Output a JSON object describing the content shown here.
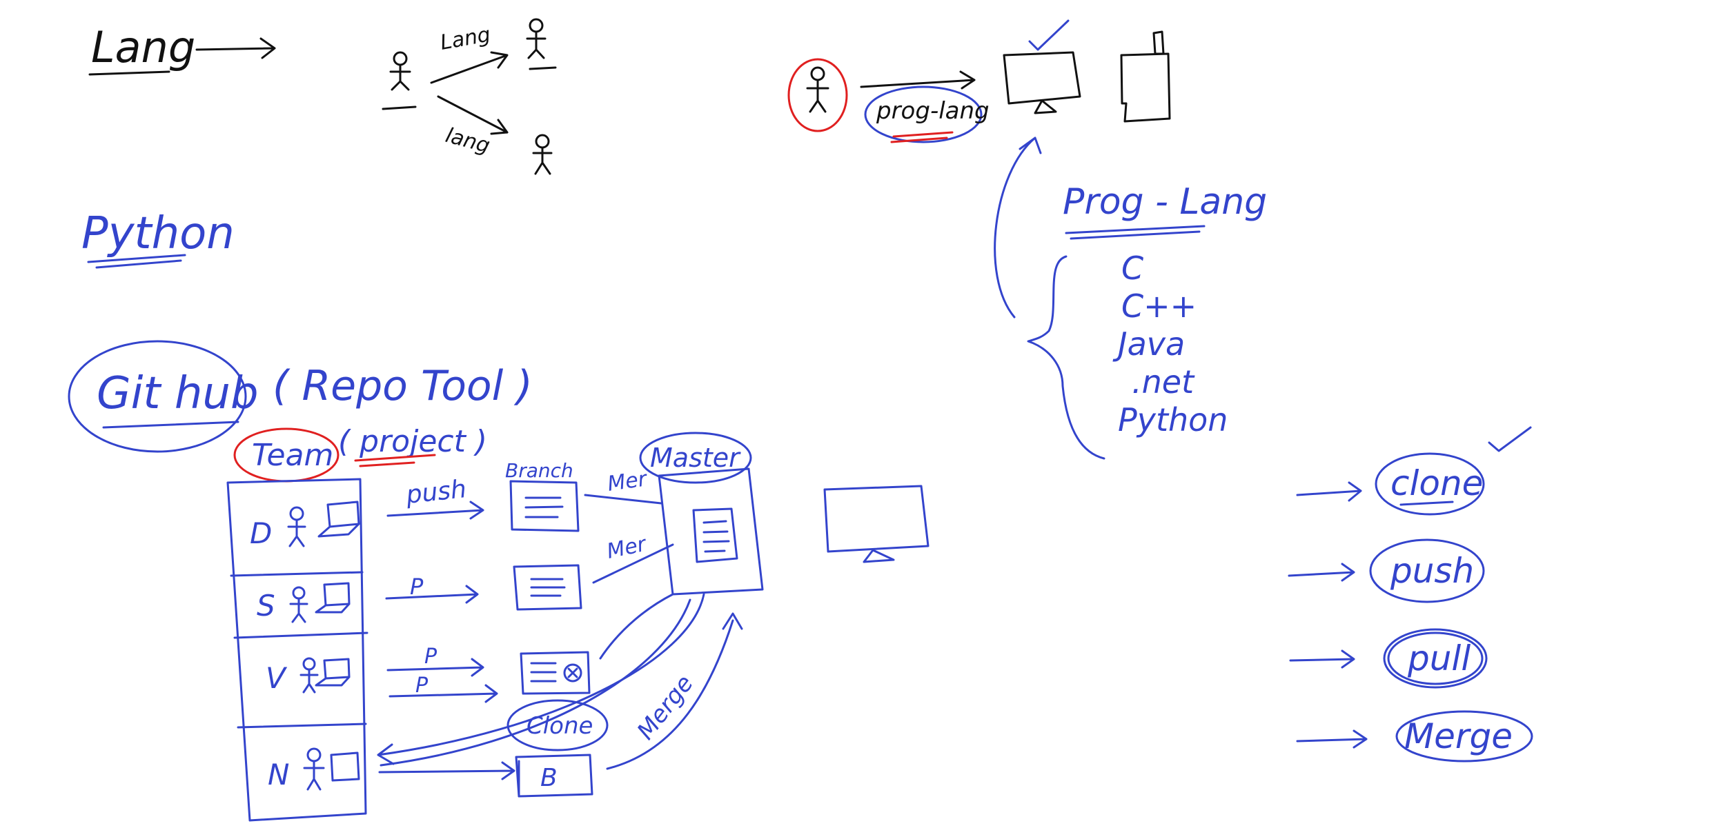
{
  "colors": {
    "black_ink": "#111111",
    "blue_ink": "#3344cc",
    "red_ink": "#e02020",
    "background": "#ffffff"
  },
  "top_left": {
    "lang_heading": "Lang",
    "lang_arrow_1": "Lang",
    "lang_arrow_2": "lang"
  },
  "python_heading": "Python",
  "computer_area": {
    "prog_lang_bubble": "prog-lang"
  },
  "prog_lang_list": {
    "heading": "Prog - Lang",
    "items": [
      "C",
      "C++",
      "Java",
      ".net",
      "Python"
    ]
  },
  "github": {
    "title": "Git hub",
    "subtitle": "( Repo   Tool )",
    "team_label": "Team",
    "project_label": "( project )",
    "members": [
      "D",
      "S",
      "V",
      "N"
    ],
    "branch_label": "Branch",
    "master_label": "Master",
    "push_label": "push",
    "p_label_1": "P",
    "p_label_2": "P",
    "p_label_3": "P",
    "merge_label_1": "Mer",
    "merge_label_2": "Mer",
    "clone_label": "Clone",
    "merge_curve_label": "Merge",
    "branch_b_label": "B"
  },
  "git_commands": [
    "clone",
    "push",
    "pull",
    "Merge"
  ]
}
